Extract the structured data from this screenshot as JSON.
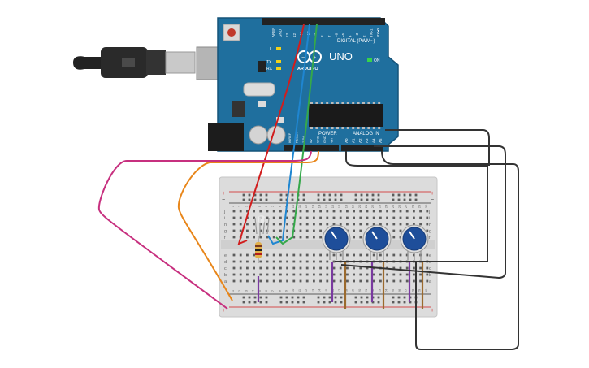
{
  "board": {
    "name": "UNO",
    "brand": "ARDUINO",
    "digital_header": "DIGITAL (PWM~)",
    "analog_header": "ANALOG IN",
    "power_header": "POWER",
    "led_on": "ON",
    "led_l": "L",
    "led_tx": "TX",
    "led_rx": "RX",
    "top_pins": [
      "AREF",
      "GND",
      "13",
      "12",
      "~11",
      "~10",
      "~9",
      "8",
      "7",
      "~6",
      "~5",
      "4",
      "~3",
      "2",
      "TX▸1",
      "RX◂0"
    ],
    "power_pins": [
      "IOREF",
      "RESET",
      "3.3V",
      "5V",
      "GND",
      "GND",
      "Vin"
    ],
    "analog_pins": [
      "A0",
      "A1",
      "A2",
      "A3",
      "A4",
      "A5"
    ]
  },
  "breadboard": {
    "row_letters_top": [
      "j",
      "i",
      "h",
      "g",
      "f"
    ],
    "row_letters_bottom": [
      "e",
      "d",
      "c",
      "b",
      "a"
    ],
    "col_numbers": [
      "1",
      "2",
      "3",
      "4",
      "5",
      "6",
      "7",
      "8",
      "9",
      "10",
      "11",
      "12",
      "13",
      "14",
      "15",
      "16",
      "17",
      "18",
      "19",
      "20",
      "21",
      "22",
      "23",
      "24",
      "25",
      "26",
      "27",
      "28",
      "29",
      "30"
    ],
    "rail_plus": "+",
    "rail_minus": "−"
  },
  "components": {
    "rgb_led": "rgb-led",
    "resistor": "resistor",
    "potentiometers": [
      "pot-1",
      "pot-2",
      "pot-3"
    ]
  },
  "colors": {
    "board_blue": "#1f6f9e",
    "breadboard": "#dcdcdc",
    "wire_red": "#d11d1d",
    "wire_blue": "#1f86d1",
    "wire_green": "#35a84a",
    "wire_magenta": "#c7307f",
    "wire_orange": "#e8861a",
    "wire_black": "#333333",
    "wire_purple": "#7a3aa0",
    "wire_brown": "#9b6a2e",
    "pot_blue": "#1e4e9a"
  }
}
